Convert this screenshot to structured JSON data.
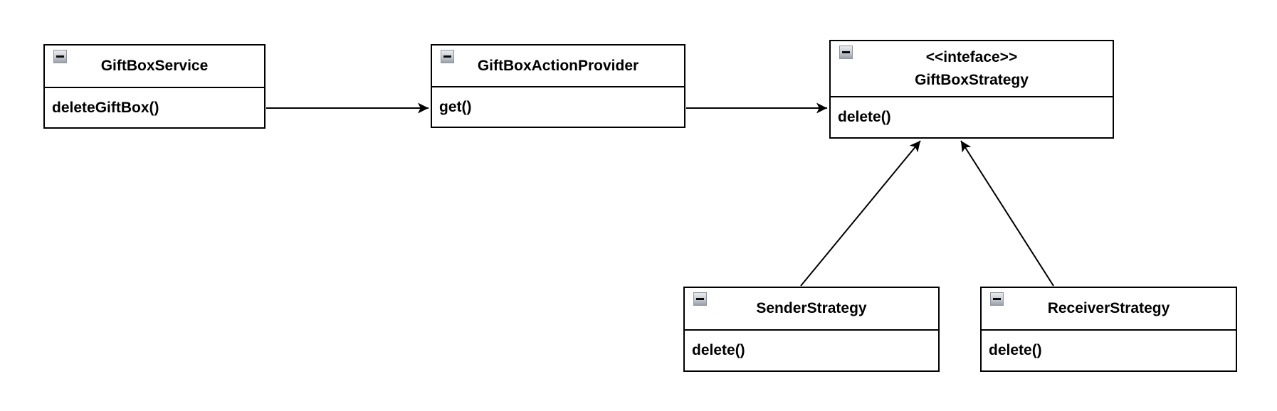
{
  "diagram": {
    "type": "uml-class-diagram",
    "background": "#ffffff",
    "colors": {
      "stroke": "#000000",
      "text": "#000000",
      "collapse_icon_border": "#8e959e",
      "collapse_icon_gradient_top": "#e9ebee",
      "collapse_icon_gradient_bottom": "#9aa1ab",
      "collapse_icon_minus": "#0a0a0a"
    },
    "classes": [
      {
        "name": "GiftBoxService",
        "stereotype": "",
        "methods": [
          "deleteGiftBox()"
        ]
      },
      {
        "name": "GiftBoxActionProvider",
        "stereotype": "",
        "methods": [
          "get()"
        ]
      },
      {
        "name": "GiftBoxStrategy",
        "stereotype": "<<inteface>>",
        "methods": [
          "delete()"
        ]
      },
      {
        "name": "SenderStrategy",
        "stereotype": "",
        "methods": [
          "delete()"
        ]
      },
      {
        "name": "ReceiverStrategy",
        "stereotype": "",
        "methods": [
          "delete()"
        ]
      }
    ],
    "collapse_icon": {
      "name": "collapse-minus-icon",
      "state": "expanded"
    },
    "connectors": [
      {
        "from": "GiftBoxService",
        "to": "GiftBoxActionProvider",
        "style": "arrow",
        "points": [
          [
            374,
            152
          ],
          [
            602,
            152
          ]
        ]
      },
      {
        "from": "GiftBoxActionProvider",
        "to": "GiftBoxStrategy",
        "style": "arrow",
        "points": [
          [
            964,
            152
          ],
          [
            1162,
            152
          ]
        ]
      },
      {
        "from": "SenderStrategy",
        "to": "GiftBoxStrategy",
        "style": "arrow",
        "points": [
          [
            1125,
            402
          ],
          [
            1293,
            198
          ]
        ]
      },
      {
        "from": "ReceiverStrategy",
        "to": "GiftBoxStrategy",
        "style": "arrow",
        "points": [
          [
            1480,
            402
          ],
          [
            1350,
            198
          ]
        ]
      }
    ]
  }
}
